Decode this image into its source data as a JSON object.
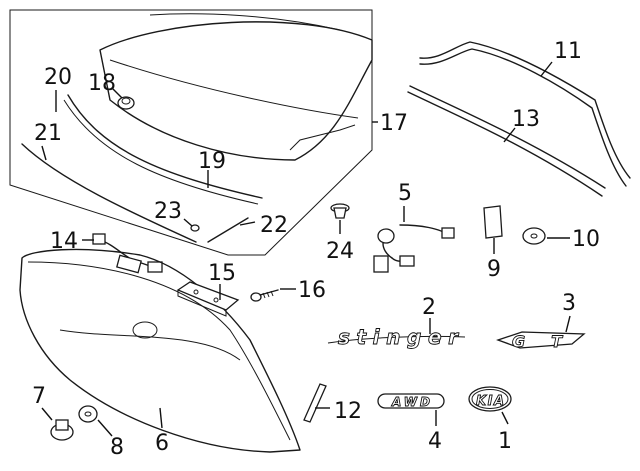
{
  "diagram": {
    "callouts": {
      "c1": "1",
      "c2": "2",
      "c3": "3",
      "c4": "4",
      "c5": "5",
      "c6": "6",
      "c7": "7",
      "c8": "8",
      "c9": "9",
      "c10": "10",
      "c11": "11",
      "c12": "12",
      "c13": "13",
      "c14": "14",
      "c15": "15",
      "c16": "16",
      "c17": "17",
      "c18": "18",
      "c19": "19",
      "c20": "20",
      "c21": "21",
      "c22": "22",
      "c23": "23",
      "c24": "24"
    },
    "emblems": {
      "brand": "KIA",
      "awd": "AWD",
      "model_script": "stinger",
      "gt": "GT"
    },
    "colors": {
      "line": "#1a1a1a",
      "background": "#ffffff"
    }
  }
}
